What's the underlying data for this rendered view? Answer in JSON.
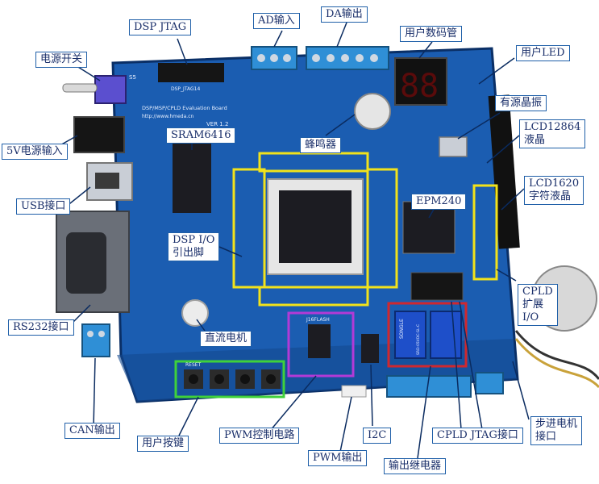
{
  "labels": {
    "power_switch": "电源开关",
    "dsp_jtag": "DSP JTAG",
    "ad_input": "AD输入",
    "da_output": "DA输出",
    "user_7seg": "用户数码管",
    "user_led": "用户LED",
    "active_osc": "有源晶振",
    "power_5v": "5V电源输入",
    "sram": "SRAM6416",
    "buzzer": "蜂鸣器",
    "lcd12864": "LCD12864\n液晶",
    "lcd1620": "LCD1620\n字符液晶",
    "usb": "USB接口",
    "epm240": "EPM240",
    "dsp_io": "DSP I/O\n引出脚",
    "rs232": "RS232接口",
    "dc_motor": "直流电机",
    "cpld_exp": "CPLD\n扩展\nI/O",
    "can_out": "CAN输出",
    "user_keys": "用户按键",
    "pwm_ctrl": "PWM控制电路",
    "i2c": "I2C",
    "cpld_jtag": "CPLD JTAG接口",
    "stepper": "步进电机\n接口",
    "pwm_out": "PWM输出",
    "relay": "输出继电器"
  },
  "board": {
    "title": "DSP/MSP/CPLD Evaluation Board",
    "url": "http://www.hmeda.cn",
    "version": "VER 1.2",
    "seg_digits": "88",
    "sw_label": "S5",
    "reset_label": "RESET",
    "jtag_label": "DSP_JTAG14",
    "relay_brand": "SONGLE",
    "relay_model": "SRD-05VDC-SL-C",
    "flash_label": "J16FLASH"
  },
  "colors": {
    "pcb": "#1b5db1",
    "pcb_dark": "#0d3f87",
    "label_border": "#1f5fa8",
    "label_text": "#1a2f6a",
    "yellow_box": "#f2e21b",
    "green_box": "#3fd13b",
    "purple_box": "#b23ad6",
    "red_box": "#d0282e",
    "connector_blue": "#2f8fd6",
    "chip": "#1c1c22"
  }
}
